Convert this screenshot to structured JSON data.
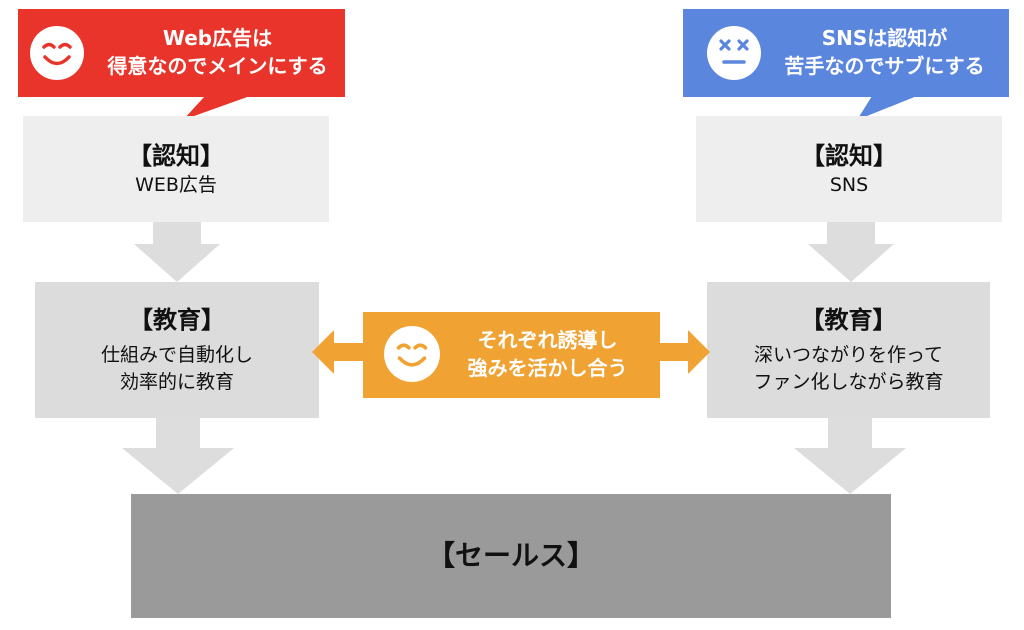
{
  "colors": {
    "red": "#E8342A",
    "blue": "#5B86DE",
    "orange": "#F0A233",
    "light_box": "#EEEEEE",
    "mid_box": "#DCDCDC",
    "sales_box": "#9A9A9A",
    "arrow": "#DDDDDD"
  },
  "left_callout": {
    "icon": "smiling-face-icon",
    "line1": "Web広告は",
    "line2": "得意なのでメインにする"
  },
  "right_callout": {
    "icon": "dizzy-face-icon",
    "line1": "SNSは認知が",
    "line2": "苦手なのでサブにする"
  },
  "left_awareness": {
    "title": "【認知】",
    "line1": "WEB広告"
  },
  "right_awareness": {
    "title": "【認知】",
    "line1": "SNS"
  },
  "left_education": {
    "title": "【教育】",
    "line1": "仕組みで自動化し",
    "line2": "効率的に教育"
  },
  "right_education": {
    "title": "【教育】",
    "line1": "深いつながりを作って",
    "line2": "ファン化しながら教育"
  },
  "center_callout": {
    "icon": "smiling-face-icon",
    "line1": "それぞれ誘導し",
    "line2": "強みを活かし合う"
  },
  "sales": {
    "title": "【セールス】"
  }
}
